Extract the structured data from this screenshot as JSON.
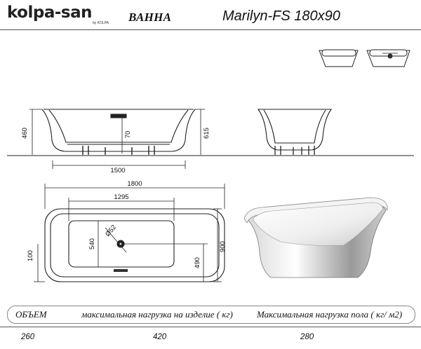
{
  "header": {
    "brand": "kolpa-san",
    "brand_sub": "by KOLPA",
    "category": "ВАННА",
    "model": "Marilyn-FS 180x90"
  },
  "dimensions": {
    "front_width": "1500",
    "front_height": "460",
    "total_height": "615",
    "drain_height": "70",
    "top_length": "1800",
    "inner_length": "1295",
    "inner_width": "540",
    "drain_diameter": "Ø52",
    "total_width": "900",
    "offset_side": "100",
    "offset_drain": "490"
  },
  "specs": {
    "volume_label": "ОБЪЕМ",
    "product_load_label": "максимальная нагрузка на изделие ( кг)",
    "floor_load_label": "Максимальная нагрузка пола ( кг/ м2)",
    "volume_value": "260",
    "product_load_value": "420",
    "floor_load_value": "280"
  },
  "colors": {
    "line": "#222222",
    "tub_fill": "#ffffff",
    "render_shadow": "#b9b9b9"
  }
}
